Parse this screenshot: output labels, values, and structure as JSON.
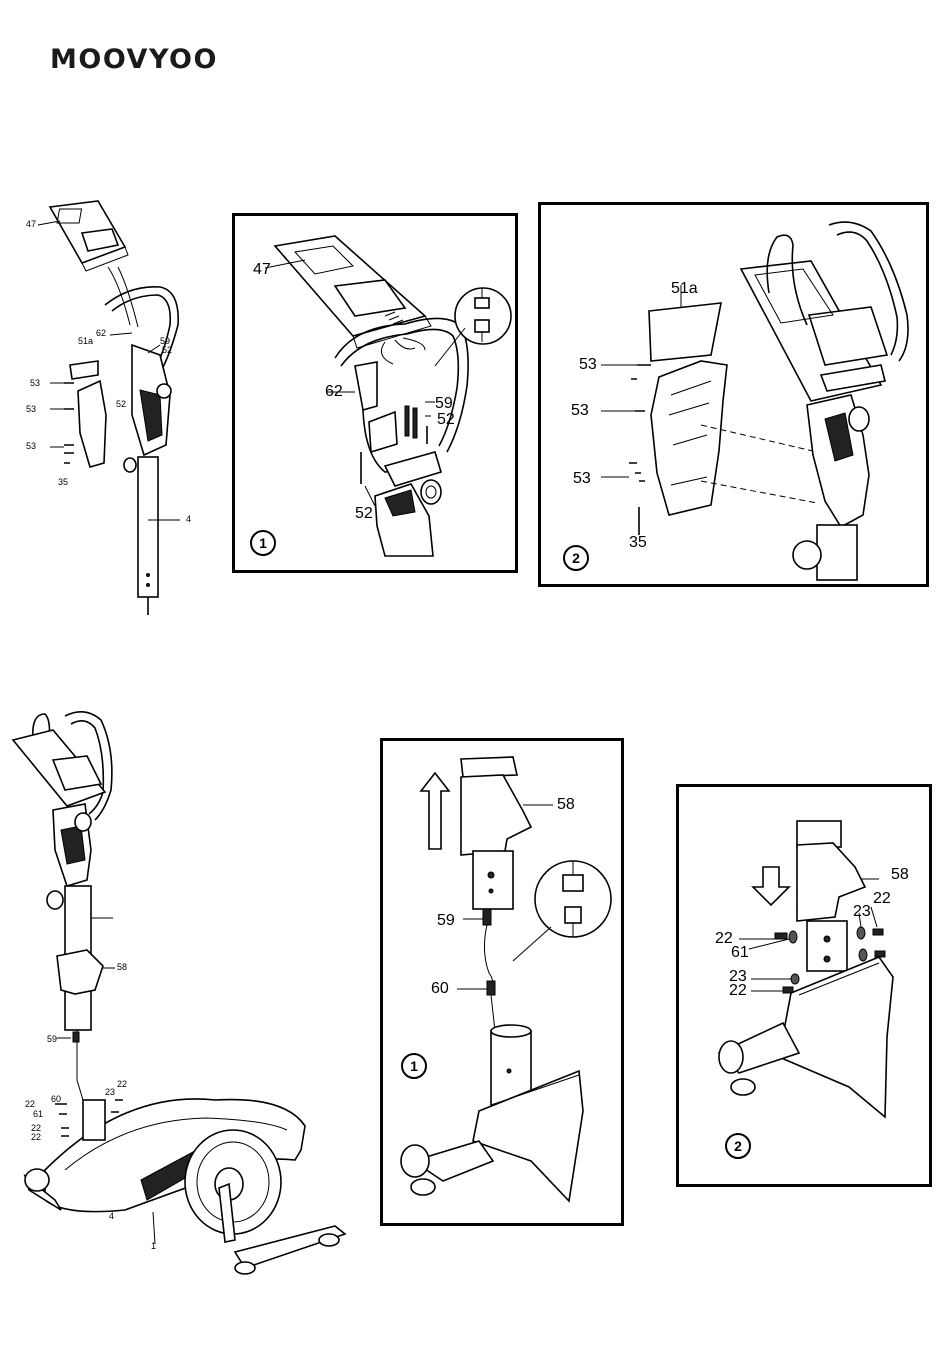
{
  "brand": {
    "logo": "MOOVYOO"
  },
  "diagram_top": {
    "overview": {
      "labels": {
        "display": "47",
        "cable": "62",
        "cover": "51a",
        "connector": "59",
        "screw_52a": "52",
        "screw_52b": "52",
        "screw_53a": "53",
        "screw_53b": "53",
        "screw_53c": "53",
        "screw_35": "35",
        "post": "4"
      }
    },
    "detail_1": {
      "step": "1",
      "labels": {
        "display": "47",
        "cable": "62",
        "connector": "59",
        "screw_52a": "52",
        "screw_52b": "52"
      }
    },
    "detail_2": {
      "step": "2",
      "labels": {
        "cover": "51a",
        "screw_53a": "53",
        "screw_53b": "53",
        "screw_53c": "53",
        "screw_35": "35"
      }
    }
  },
  "diagram_bottom": {
    "overview": {
      "labels": {
        "post": "4",
        "cover": "58",
        "connector": "59",
        "cable": "60",
        "bolt_22a": "22",
        "washer_23": "23",
        "bolt_22b": "22",
        "washer_61": "61",
        "bolt_22c": "22",
        "bolt_22d": "22",
        "frame": "1"
      }
    },
    "detail_1": {
      "step": "1",
      "labels": {
        "cover": "58",
        "connector": "59",
        "cable": "60"
      }
    },
    "detail_2": {
      "step": "2",
      "labels": {
        "cover": "58",
        "washer_23a": "23",
        "bolt_22a": "22",
        "bolt_22b": "22",
        "washer_61": "61",
        "washer_23b": "23",
        "bolt_22c": "22"
      }
    }
  }
}
